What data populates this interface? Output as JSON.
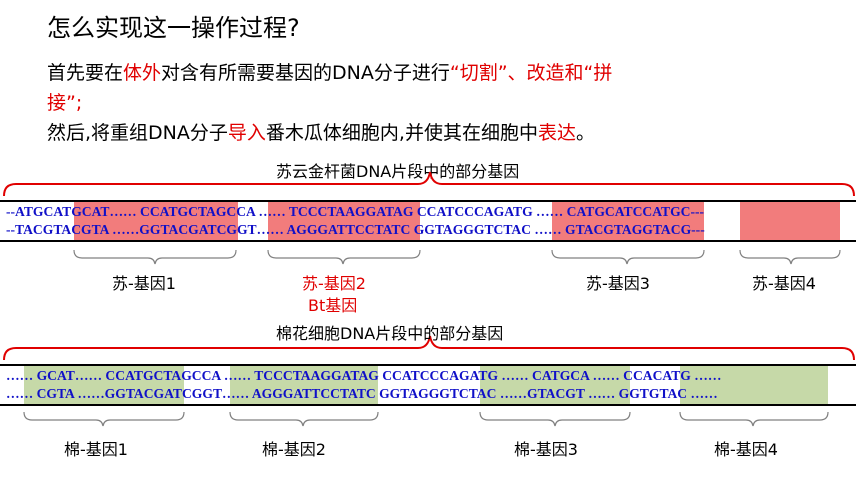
{
  "heading": "怎么实现这一操作过程?",
  "para1": {
    "a": "首先要在",
    "b": "体外",
    "c": "对含有所需要基因的DNA分子进行",
    "d": "“切割”、改造和“拼",
    "e": "接”;"
  },
  "para2": {
    "a": "然后,将重组DNA分子",
    "b": "导入",
    "c": "番木瓜体细胞内,并使其在细胞中",
    "d": "表达",
    "e": "。"
  },
  "section1": {
    "caption": "苏云金杆菌DNA片段中的部分基因",
    "seq_top": "--ATGCATGCAT…… CCATGCTAGCCA …… TCCCTAAGGATAG CCATCCCAGATG …… CATGCATCCATGC---",
    "seq_bottom": "--TACGTACGTA ……GGTACGATCGGT…… AGGGATTCCTATC GGTAGGGTCTAC …… GTACGTAGGTACG---",
    "labels": [
      "苏-基因1",
      "苏-基因2",
      "Bt基因",
      "苏-基因3",
      "苏-基因4"
    ],
    "highlight_color": "#f27c7c"
  },
  "section2": {
    "caption": "棉花细胞DNA片段中的部分基因",
    "seq_top": "…… GCAT…… CCATGCTAGCCA …… TCCCTAAGGATAG CCATCCCAGATG …… CATGCA …… CCACATG ……",
    "seq_bottom": "…… CGTA ……GGTACGATCGGT…… AGGGATTCCTATC GGTAGGGTCTAC ……GTACGT …… GGTGTAC ……",
    "labels": [
      "棉-基因1",
      "棉-基因2",
      "棉-基因3",
      "棉-基因4"
    ],
    "highlight_color": "#c6d9a8"
  },
  "colors": {
    "red_text": "#e00000",
    "seq_blue": "#1010c8"
  }
}
